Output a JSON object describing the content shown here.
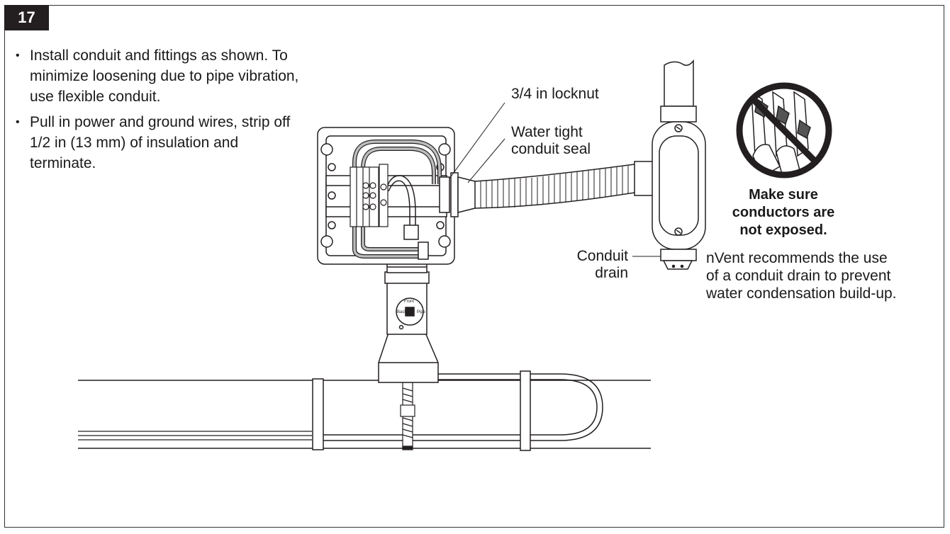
{
  "step": {
    "number": "17"
  },
  "instructions": [
    "Install conduit and fittings as shown. To minimize loosening due to pipe vibration, use flexible conduit.",
    "Pull in power and ground wires, strip off 1/2 in (13 mm) of insulation and terminate."
  ],
  "callouts": {
    "locknut": "3/4 in locknut",
    "seal_line1": "Water tight",
    "seal_line2": "conduit seal",
    "drain_line1": "Conduit",
    "drain_line2": "drain"
  },
  "warning": {
    "line1": "Make sure",
    "line2": "conductors are",
    "line3": "not exposed."
  },
  "note": {
    "line1": "nVent recommends the use",
    "line2": "of a conduit drain to prevent",
    "line3": "water condensation build-up."
  },
  "dial": {
    "top": "Front",
    "left": "Back",
    "right": "Pipe"
  },
  "icons": [
    "prohibited-exposed-conductors-icon"
  ],
  "colors": {
    "ink": "#231f20",
    "wire_gray": "#9a9a9a",
    "badge": "#231f20"
  }
}
